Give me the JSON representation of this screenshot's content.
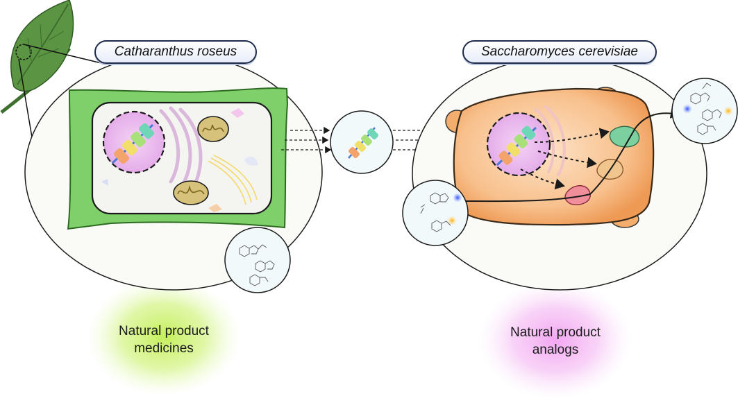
{
  "labels": {
    "plant_species": "Catharanthus roseus",
    "yeast_species": "Saccharomyces cerevisiae",
    "plant_caption_line1": "Natural product",
    "plant_caption_line2": "medicines",
    "yeast_caption_line1": "Natural product",
    "yeast_caption_line2": "analogs"
  },
  "colors": {
    "leaf": "#4f8a3c",
    "cell_wall": "#7fd06a",
    "nucleus": "#e7b3ec",
    "yeast_cell": "#f6b37a",
    "medicines_glow": "#c4ef5a",
    "analogs_glow": "#f3a6f2",
    "outline": "#1a1a1a"
  }
}
